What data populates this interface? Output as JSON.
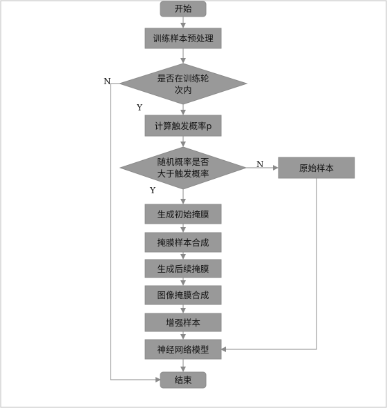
{
  "nodes": {
    "start": "开始",
    "preprocess": "训练样本预处理",
    "decision_epoch_line1": "是否在训练轮",
    "decision_epoch_line2": "次内",
    "trigger_prob": "计算触发概率p",
    "decision_prob_line1": "随机概率是否",
    "decision_prob_line2": "大于触发概率",
    "original_sample": "原始样本",
    "init_mask": "生成初始掩膜",
    "mask_compose": "掩膜样本合成",
    "next_mask": "生成后续掩膜",
    "image_mask_compose": "图像掩膜合成",
    "augmented": "增强样本",
    "network_model": "神经网络模型",
    "end": "结束"
  },
  "edge_labels": {
    "epoch_no": "N",
    "epoch_yes": "Y",
    "prob_no": "N",
    "prob_yes": "Y"
  },
  "colors": {
    "node_fill": "#999999",
    "line": "#8a8a8a",
    "border": "#bdbdbd"
  }
}
